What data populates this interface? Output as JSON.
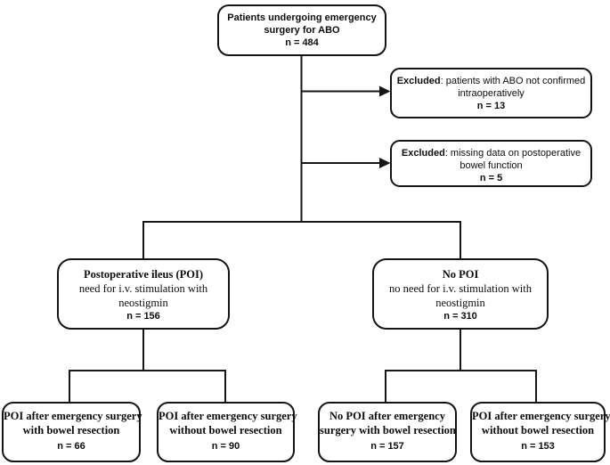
{
  "figure": {
    "background": "#ffffff",
    "line_color": "#161616",
    "border_color": "#141414"
  },
  "nodes": {
    "top": {
      "line1": "Patients undergoing emergency",
      "line2": "surgery for ABO",
      "n": "n = 484"
    },
    "excluded1": {
      "bold": "Excluded",
      "rest": ": patients with ABO not confirmed",
      "line2": "intraoperatively",
      "n": "n = 13"
    },
    "excluded2": {
      "bold": "Excluded",
      "rest": ": missing data on postoperative",
      "line2": "bowel function",
      "n": "n = 5"
    },
    "poi": {
      "title": "Postoperative ileus (POI)",
      "line2": "need for i.v. stimulation with",
      "line3": "neostigmin",
      "n": "n = 156"
    },
    "no_poi": {
      "title": "No POI",
      "line2": "no need for i.v. stimulation with",
      "line3": "neostigmin",
      "n": "n = 310"
    },
    "poi_with_resection": {
      "line1": "POI after emergency surgery",
      "line2": "with bowel resection",
      "n": "n = 66"
    },
    "poi_without_resection": {
      "line1": "POI after emergency surgery",
      "line2": "without bowel resection",
      "n": "n = 90"
    },
    "no_poi_with_resection": {
      "line1": "No POI after emergency",
      "line2": "surgery with bowel resection",
      "n": "n = 157"
    },
    "poi_without_resection_right": {
      "line1": "POI after emergency surgery",
      "line2": "without bowel resection",
      "n": "n = 153"
    }
  }
}
